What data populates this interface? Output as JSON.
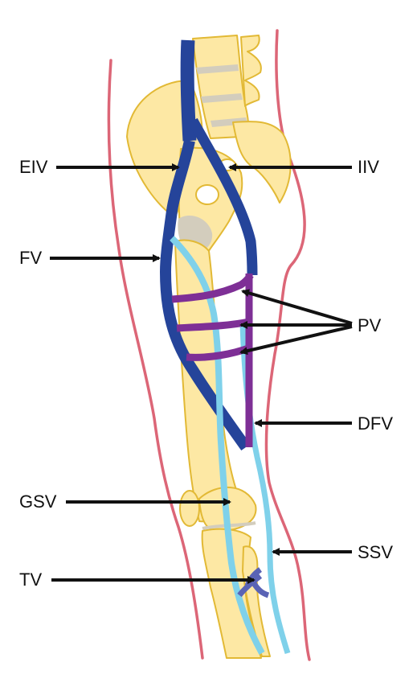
{
  "colors": {
    "skin_outline": "#dc6677",
    "bone_fill": "#fde8a4",
    "bone_stroke": "#e2b935",
    "cartilage": "#d3cdbd",
    "deep_vein": "#25449a",
    "superficial_vein": "#7fd1ea",
    "profunda_perforator": "#7e2f96",
    "tibial_vein": "#5a63b5",
    "arrow": "#111111"
  },
  "labels": {
    "eiv": "EIV",
    "iiv": "IIV",
    "fv": "FV",
    "pv": "PV",
    "dfv": "DFV",
    "gsv": "GSV",
    "ssv": "SSV",
    "tv": "TV"
  }
}
